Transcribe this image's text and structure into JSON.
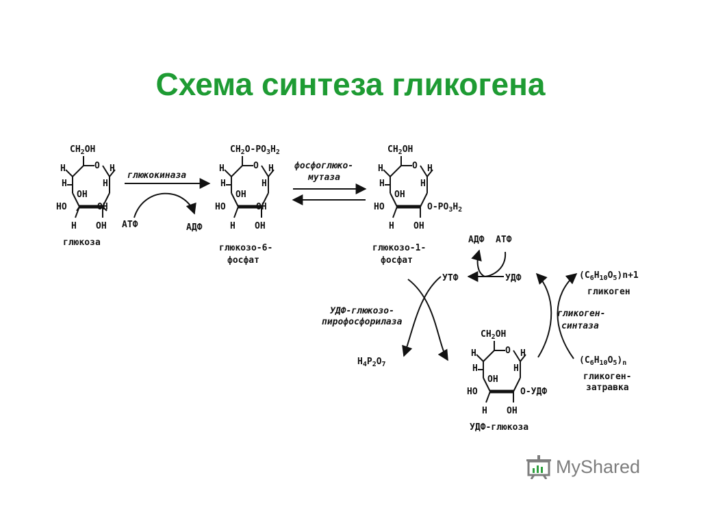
{
  "title": "Схема синтеза гликогена",
  "compounds": {
    "glucose": {
      "top_group": "CH2OH",
      "substituents": [
        "H",
        "O",
        "H",
        "H",
        "OH",
        "H",
        "HO",
        "OH",
        "H",
        "OH"
      ],
      "name": "глюкоза"
    },
    "g6p": {
      "top_group": "CH2O-PO3H2",
      "substituents": [
        "H",
        "O",
        "H",
        "H",
        "OH",
        "H",
        "HO",
        "OH",
        "H",
        "OH"
      ],
      "name_line1": "глюкозо-6-",
      "name_line2": "фосфат"
    },
    "g1p": {
      "top_group": "CH2OH",
      "substituents": [
        "H",
        "O",
        "H",
        "H",
        "OH",
        "H",
        "HO",
        "O-PO3H2",
        "H",
        "OH"
      ],
      "name_line1": "глюкозо-1-",
      "name_line2": "фосфат"
    },
    "udp_glucose": {
      "top_group": "CH2OH",
      "substituents": [
        "H",
        "O",
        "H",
        "H",
        "OH",
        "H",
        "HO",
        "O-УДФ",
        "H",
        "OH"
      ],
      "name": "УДФ-глюкоза"
    }
  },
  "enzymes": {
    "glucokinase": "глюкокиназа",
    "phosphoglucomutase_line1": "фосфоглюко-",
    "phosphoglucomutase_line2": "мутаза",
    "pyrophosphorylase_line1": "УДФ-глюкозо-",
    "pyrophosphorylase_line2": "пирофосфорилаза",
    "synthase_line1": "гликоген-",
    "synthase_line2": "синтаза"
  },
  "cofactors": {
    "atp": "АТФ",
    "adp": "АДФ",
    "adp2": "АДФ",
    "atp2": "АТФ",
    "utp": "УТФ",
    "udp": "УДФ",
    "pyrophosphate": "H4P2O7"
  },
  "glycogen": {
    "product_formula": "(C6H10O5)n+1",
    "product_name": "гликоген",
    "primer_formula": "(C6H10O5)n",
    "primer_line1": "гликоген-",
    "primer_line2": "затравка"
  },
  "watermark": {
    "text": "MyShared",
    "logo_icon": "presentation-board-icon"
  }
}
